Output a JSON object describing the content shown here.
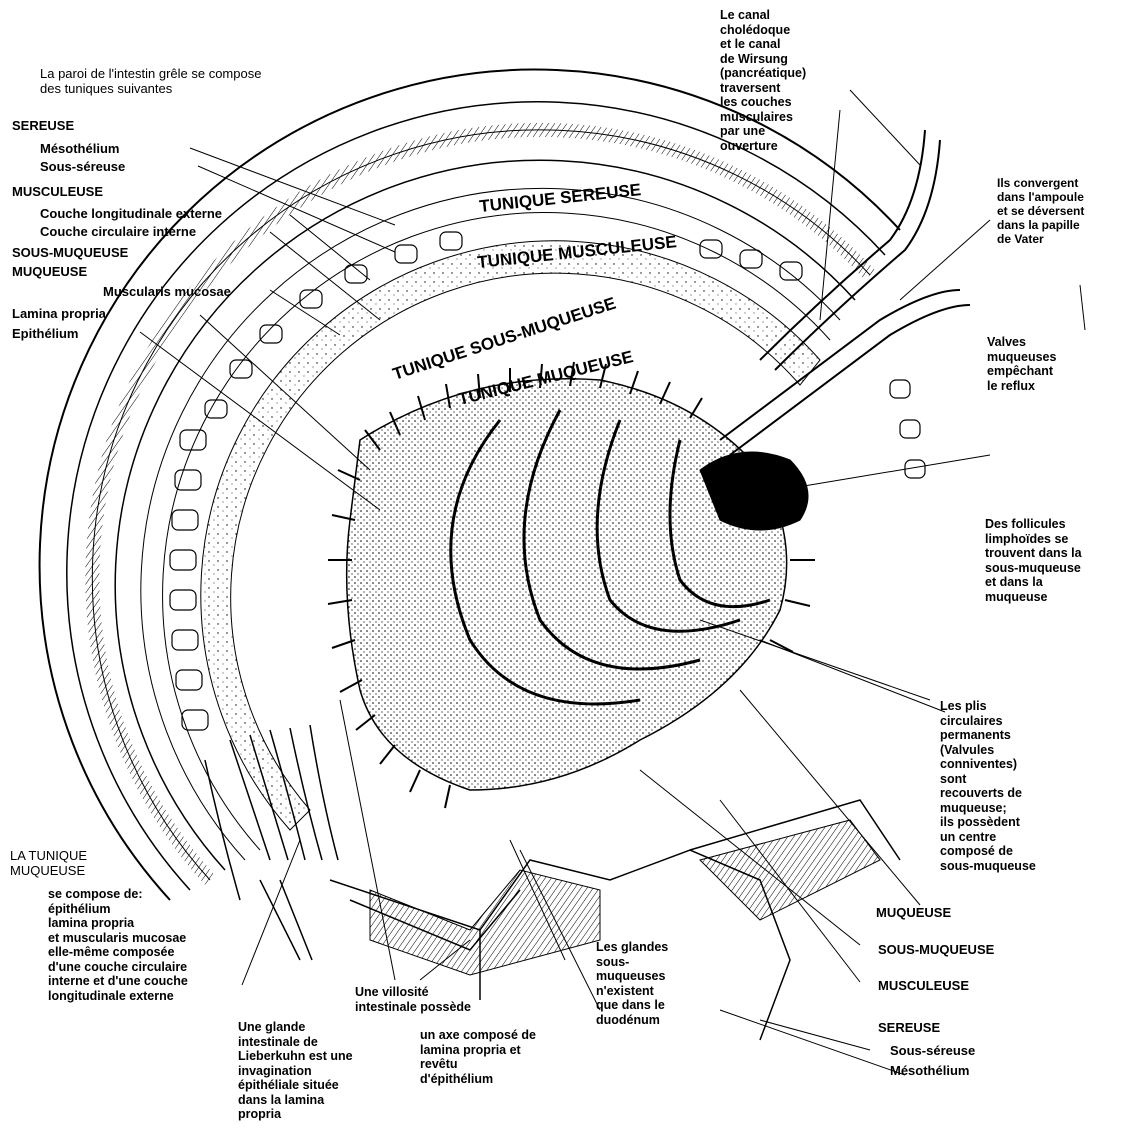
{
  "intro": "La paroi de l'intestin grêle se compose\ndes tuniques suivantes",
  "left_labels": {
    "sereuse": "SEREUSE",
    "mesothelium": "Mésothélium",
    "sous_sereuse": "Sous-séreuse",
    "musculeuse": "MUSCULEUSE",
    "couche_long": "Couche longitudinale externe",
    "couche_circ": "Couche circulaire interne",
    "sous_muqueuse": "SOUS-MUQUEUSE",
    "muqueuse": "MUQUEUSE",
    "muscularis": "Muscularis mucosae",
    "lamina": "Lamina propria",
    "epithelium": "Epithélium"
  },
  "top_right_note": "Le canal\ncholédoque\net le canal\nde Wirsung\n(pancréatique)\ntraversent\nles couches\nmusculaires\npar une\nouverture",
  "right_labels": {
    "convergent": "Ils convergent\ndans l'ampoule\net se déversent\ndans la papille\nde Vater",
    "valves": "Valves\nmuqueuses\nempêchant\nle reflux",
    "follicules": "Des follicules\nlimphoïdes se\ntrouvent dans la\nsous-muqueuse\net dans la\nmuqueuse",
    "plis": "Les plis\ncirculaires\npermanents\n(Valvules\nconniventes)\nsont\nrecouverts de\nmuqueuse;\nils possèdent\nun centre\ncomposé de\nsous-muqueuse",
    "muqueuse": "MUQUEUSE",
    "sous_muqueuse": "SOUS-MUQUEUSE",
    "musculeuse": "MUSCULEUSE",
    "sereuse": "SEREUSE",
    "sous_sereuse": "Sous-séreuse",
    "mesothelium": "Mésothélium"
  },
  "ring_labels": {
    "sereuse": "TUNIQUE SEREUSE",
    "musculeuse": "TUNIQUE MUSCULEUSE",
    "sous_muqueuse": "TUNIQUE SOUS-MUQUEUSE",
    "muqueuse": "TUNIQUE MUQUEUSE"
  },
  "bottom_labels": {
    "tunique_title": "LA TUNIQUE\nMUQUEUSE",
    "tunique_body": "se compose de:\népithélium\nlamina propria\net muscularis mucosae\nelle-même composée\nd'une couche circulaire\ninterne et d'une couche\nlongitudinale externe",
    "glande": "Une glande\nintestinale de\nLieberkuhn est une\ninvagination\népithéliale située\ndans la lamina\npropria",
    "villosite": "Une villosité\nintestinale possède",
    "axe": "un axe composé de\nlamina propria et\nrevêtu\nd'épithélium",
    "glandes_sous": "Les glandes\nsous-\nmuqueuses\nn'existent\nque dans le\nduodénum"
  }
}
